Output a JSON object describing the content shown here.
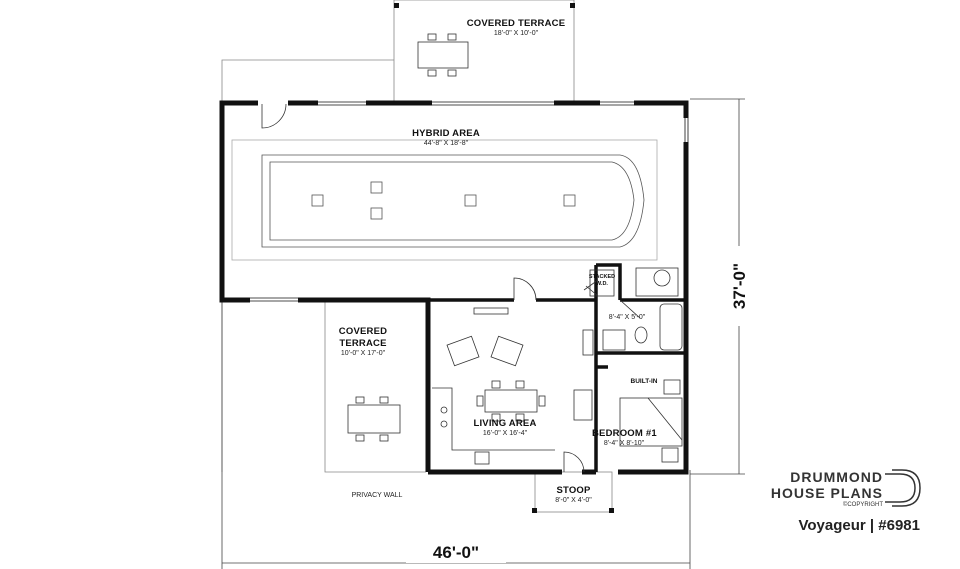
{
  "rooms": {
    "covered_terrace_top": {
      "name": "COVERED TERRACE",
      "dims": "18'-0\" X 10'-0\""
    },
    "hybrid_area": {
      "name": "HYBRID AREA",
      "dims": "44'-8\" X 18'-8\""
    },
    "covered_terrace_side": {
      "name_line1": "COVERED",
      "name_line2": "TERRACE",
      "dims": "10'-0\" X 17'-0\""
    },
    "stacked_wd": {
      "line1": "STACKED",
      "line2": "W.D."
    },
    "bathroom": {
      "dims": "8'-4\" X 5'-0\""
    },
    "built_in": {
      "name": "BUILT-IN"
    },
    "living_area": {
      "name": "LIVING AREA",
      "dims": "16'-0\" X 16'-4\""
    },
    "bedroom": {
      "name": "BEDROOM #1",
      "dims": "8'-4\" X 8'-10\""
    },
    "stoop": {
      "name": "STOOP",
      "dims": "8'-0\" X 4'-0\""
    }
  },
  "notes": {
    "privacy_wall": "PRIVACY WALL"
  },
  "overall": {
    "width": "46'-0\"",
    "depth": "37'-0\""
  },
  "branding": {
    "line1": "DRUMMOND",
    "line2": "HOUSE PLANS",
    "copyright": "©COPYRIGHT",
    "plan_name": "Voyageur | #6981"
  }
}
